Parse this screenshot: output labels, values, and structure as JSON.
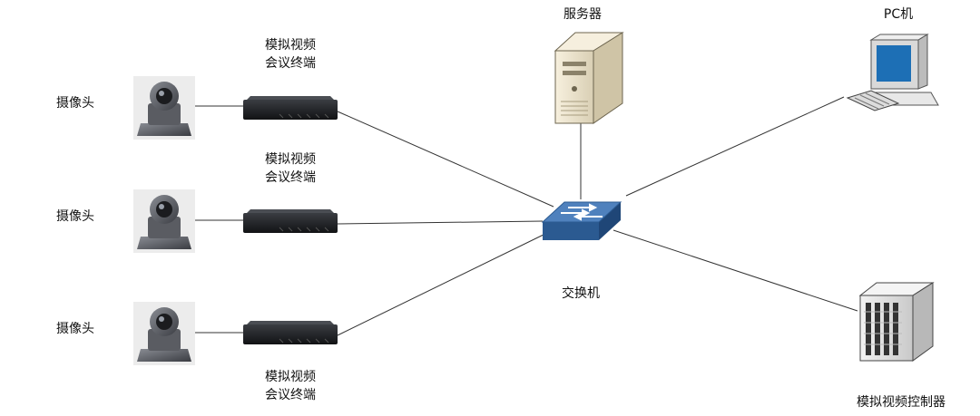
{
  "nodes": {
    "camera_label": "摄像头",
    "terminal_label_line1": "模拟视频",
    "terminal_label_line2": "会议终端",
    "server_label": "服务器",
    "pc_label": "PC机",
    "switch_label": "交换机",
    "controller_label": "模拟视频控制器"
  },
  "colors": {
    "line": "#333333",
    "switch_top": "#4f81bd",
    "switch_side": "#2b5a91",
    "terminal": "#1d1f22",
    "server": "#efe6cf",
    "camera": "#3a3c42"
  }
}
